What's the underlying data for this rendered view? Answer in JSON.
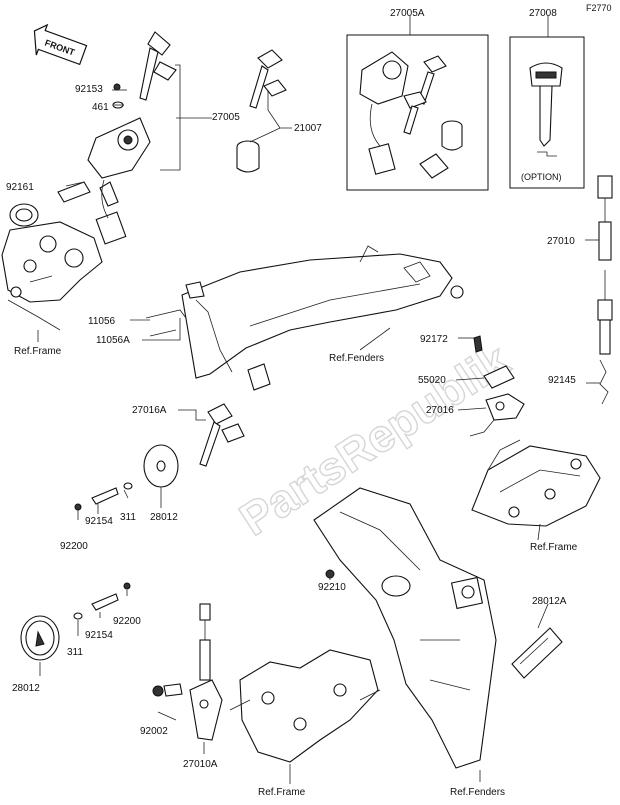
{
  "figure_id": "F2770",
  "front_marker": "FRONT",
  "watermark": "PartsRepublik",
  "option_note": "(OPTION)",
  "labels": {
    "p27005A": "27005A",
    "p27008": "27008",
    "p27005": "27005",
    "p92153": "92153",
    "p461": "461",
    "p21007": "21007",
    "p92161": "92161",
    "p27010": "27010",
    "p11056": "11056",
    "p11056A": "11056A",
    "ref_fenders_top": "Ref.Fenders",
    "p92172": "92172",
    "ref_frame_left": "Ref.Frame",
    "p55020": "55020",
    "p92145": "92145",
    "p27016A": "27016A",
    "p27016": "27016",
    "p311_a": "311",
    "p28012_a": "28012",
    "p92154_a": "92154",
    "p92200_a": "92200",
    "ref_frame_right": "Ref.Frame",
    "p92210": "92210",
    "p28012A": "28012A",
    "p92200_b": "92200",
    "p92154_b": "92154",
    "p311_b": "311",
    "p28012_b": "28012",
    "p92002": "92002",
    "p27010A": "27010A",
    "ref_frame_bottom": "Ref.Frame",
    "ref_fenders_bottom": "Ref.Fenders"
  }
}
